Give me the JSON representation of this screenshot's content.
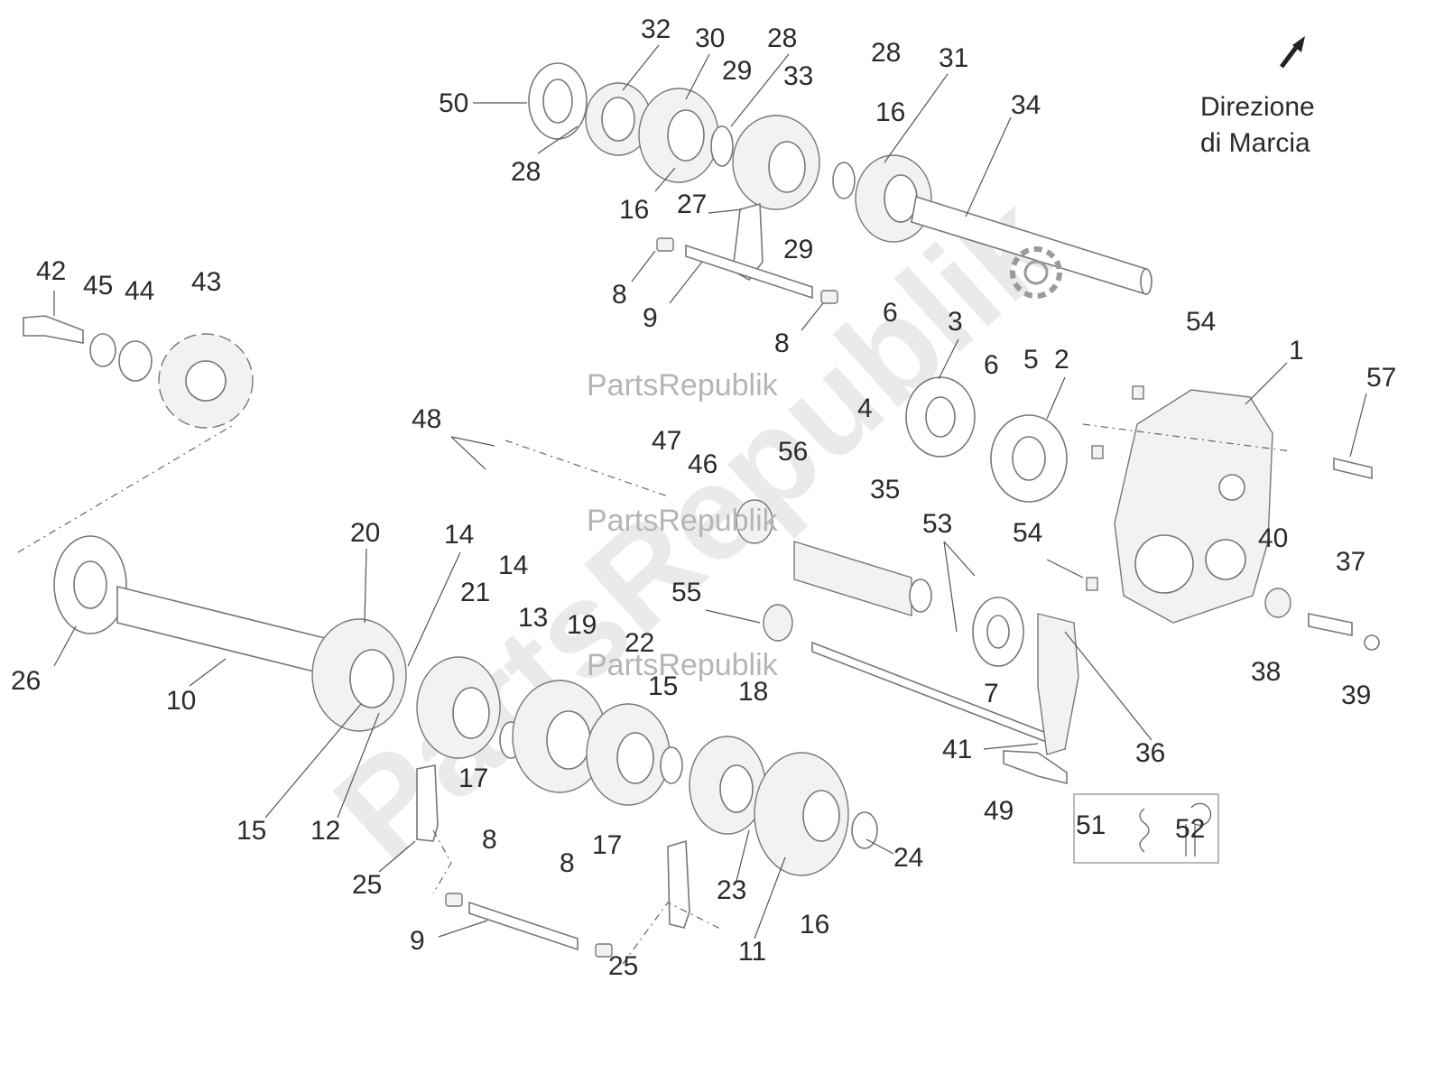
{
  "direction_label": {
    "line1": "Direzione",
    "line2": "di Marcia"
  },
  "watermarks": {
    "big": "PartsRepublik",
    "small": [
      "PartsRepublik",
      "PartsRepublik",
      "PartsRepublik"
    ]
  },
  "icons": {
    "direction": "arrow-up-right-icon",
    "gear": "gear-icon"
  },
  "callouts": [
    "32",
    "30",
    "28",
    "50",
    "29",
    "33",
    "28",
    "31",
    "16",
    "34",
    "28",
    "16",
    "27",
    "29",
    "8",
    "9",
    "8",
    "42",
    "45",
    "44",
    "43",
    "6",
    "3",
    "6",
    "5",
    "2",
    "4",
    "54",
    "1",
    "57",
    "48",
    "47",
    "46",
    "56",
    "35",
    "53",
    "54",
    "40",
    "37",
    "38",
    "39",
    "20",
    "14",
    "21",
    "14",
    "13",
    "19",
    "22",
    "18",
    "15",
    "55",
    "7",
    "36",
    "41",
    "26",
    "10",
    "15",
    "12",
    "17",
    "17",
    "25",
    "8",
    "8",
    "9",
    "25",
    "23",
    "11",
    "16",
    "24",
    "49",
    "51",
    "52"
  ]
}
